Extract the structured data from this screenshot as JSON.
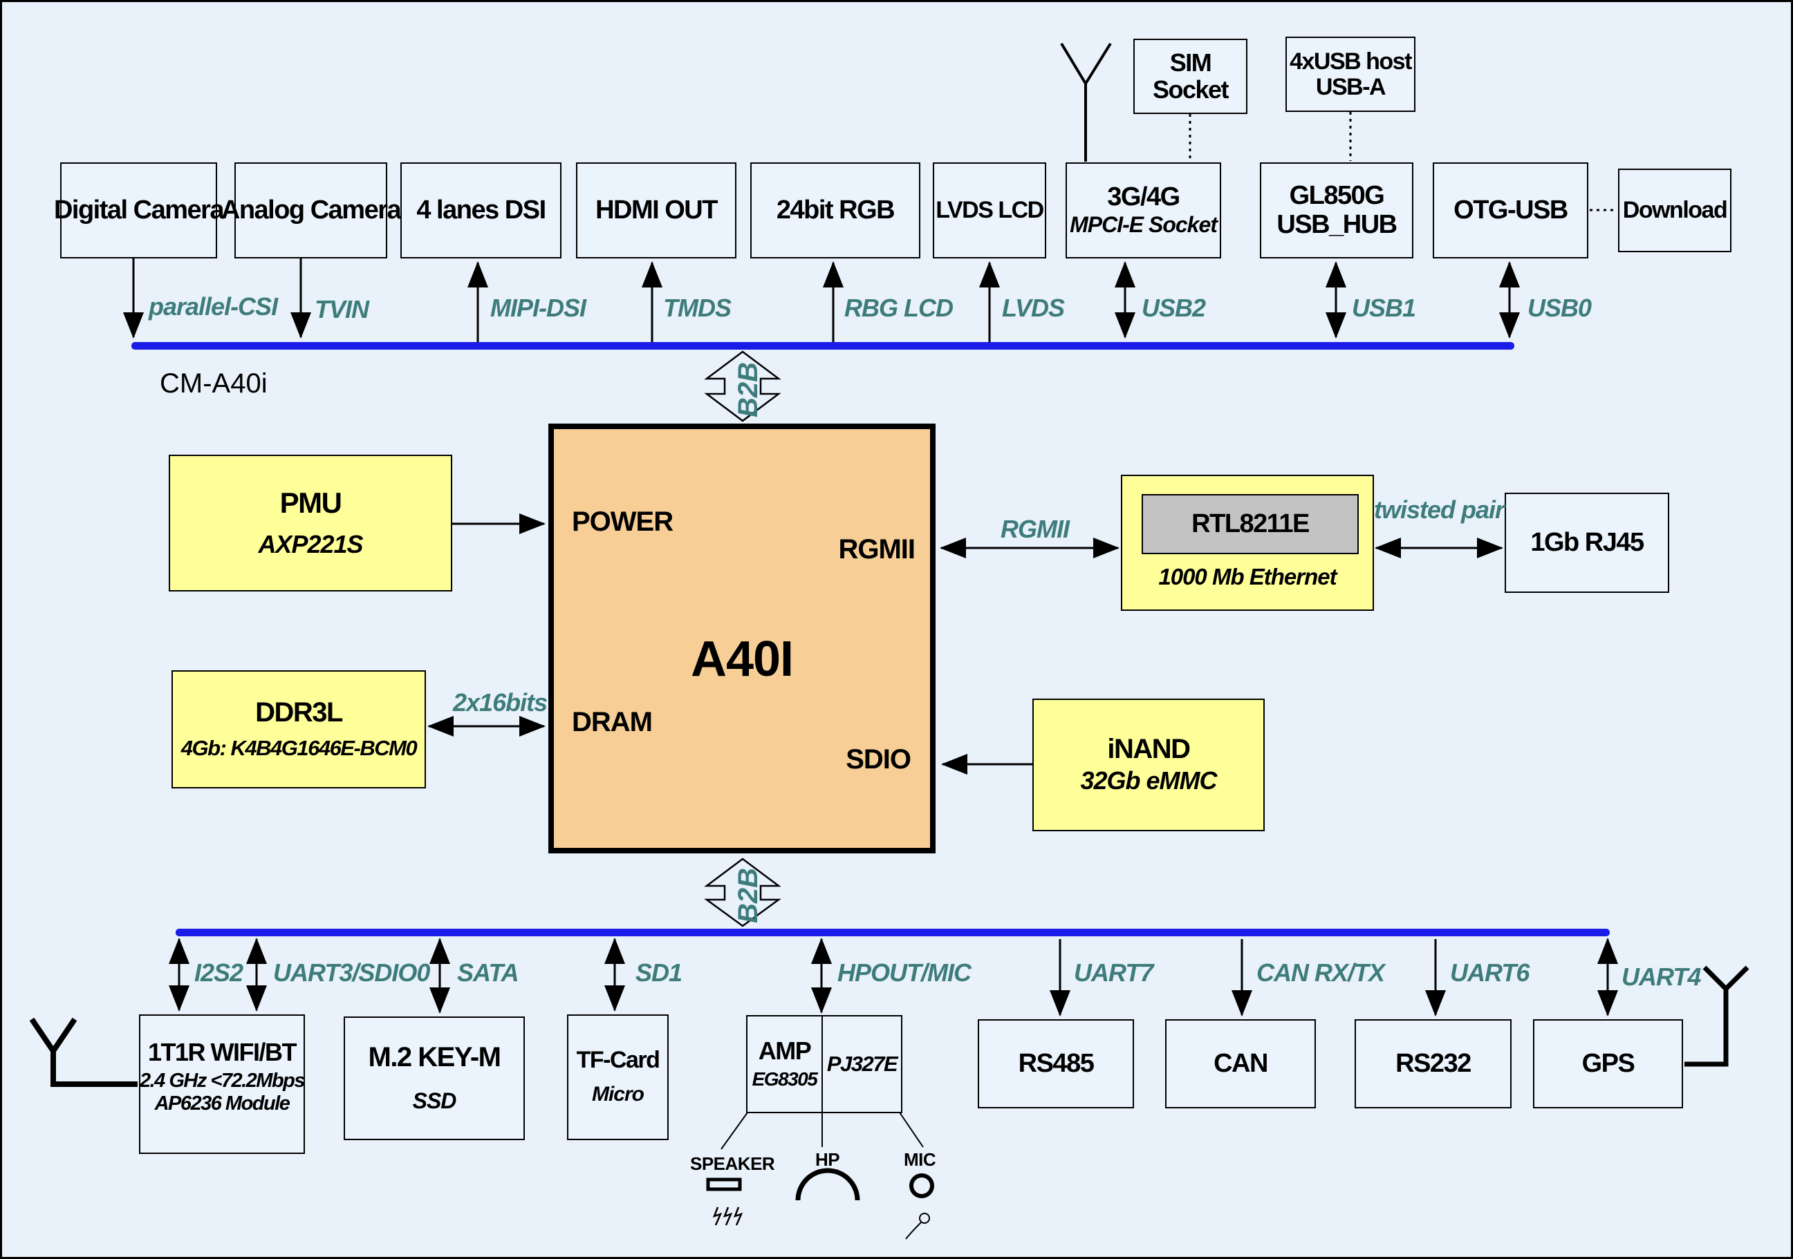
{
  "module_label": "CM-A40i",
  "b2b": {
    "top": "B2B",
    "bottom": "B2B"
  },
  "soc": {
    "name": "A40I",
    "power": "POWER",
    "dram": "DRAM",
    "rgmii": "RGMII",
    "sdio": "SDIO"
  },
  "colors": {
    "bus": "#1C1CE8",
    "signal_text": "#3E7C7C",
    "soc_fill": "#F7CE96",
    "chip_fill": "#FFFF99",
    "phy_fill": "#C3C3C3"
  },
  "top": {
    "sim": {
      "line1": "SIM",
      "line2": "Socket"
    },
    "usb_host": {
      "line1": "4xUSB host",
      "line2": "USB-A"
    },
    "digital_camera": "Digital Camera",
    "analog_camera": "Analog Camera",
    "dsi": "4 lanes DSI",
    "hdmi": "HDMI OUT",
    "rgb": "24bit RGB",
    "lvds": "LVDS LCD",
    "modem": {
      "line1": "3G/4G",
      "line2": "MPCI-E Socket"
    },
    "hub": {
      "line1": "GL850G",
      "line2": "USB_HUB"
    },
    "otg": "OTG-USB",
    "download": "Download",
    "signals": {
      "csi": "parallel-CSI",
      "tvin": "TVIN",
      "mipi": "MIPI-DSI",
      "tmds": "TMDS",
      "rgb": "RBG LCD",
      "lvds": "LVDS",
      "usb2": "USB2",
      "usb1": "USB1",
      "usb0": "USB0"
    }
  },
  "left": {
    "pmu": {
      "line1": "PMU",
      "line2": "AXP221S"
    },
    "ddr": {
      "line1": "DDR3L",
      "line2": "4Gb: K4B4G1646E-BCM0",
      "bus_label": "2x16bits"
    }
  },
  "right": {
    "phy": {
      "chip": "RTL8211E",
      "caption": "1000 Mb Ethernet"
    },
    "rgmii_label": "RGMII",
    "twisted_pair": "twisted pair",
    "rj45": "1Gb RJ45",
    "inand": {
      "line1": "iNAND",
      "line2": "32Gb eMMC"
    }
  },
  "bottom": {
    "signals": {
      "i2s2": "I2S2",
      "uart3": "UART3/SDIO0",
      "sata": "SATA",
      "sd1": "SD1",
      "hpout": "HPOUT/MIC",
      "uart7": "UART7",
      "canrx": "CAN RX/TX",
      "uart6": "UART6",
      "uart4": "UART4"
    },
    "wifi": {
      "line1": "1T1R WIFI/BT",
      "line2": "2.4 GHz <72.2Mbps",
      "line3": "AP6236 Module"
    },
    "m2": {
      "line1": "M.2 KEY-M",
      "line2": "SSD"
    },
    "tf": {
      "line1": "TF-Card",
      "line2": "Micro"
    },
    "amp": {
      "line1": "AMP",
      "line2": "EG8305",
      "right": "PJ327E"
    },
    "rs485": "RS485",
    "can": "CAN",
    "rs232": "RS232",
    "gps": "GPS",
    "audio": {
      "speaker": "SPEAKER",
      "hp": "HP",
      "mic": "MIC"
    }
  }
}
